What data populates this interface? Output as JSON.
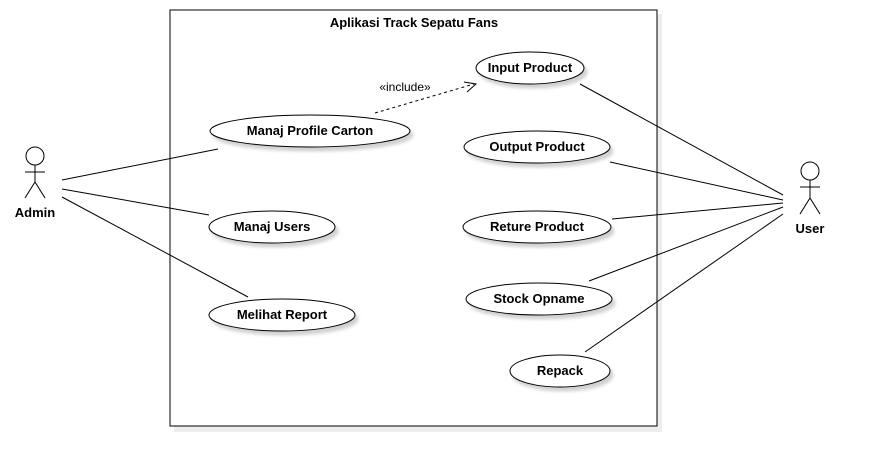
{
  "system": {
    "title": "Aplikasi Track Sepatu Fans"
  },
  "actors": {
    "admin": "Admin",
    "user": "User"
  },
  "use_cases": {
    "input_product": "Input Product",
    "manaj_profile_carton": "Manaj Profile Carton",
    "output_product": "Output Product",
    "manaj_users": "Manaj Users",
    "reture_product": "Reture Product",
    "stock_opname": "Stock Opname",
    "melihat_report": "Melihat Report",
    "repack": "Repack"
  },
  "relations": {
    "include_label": "«include»"
  }
}
